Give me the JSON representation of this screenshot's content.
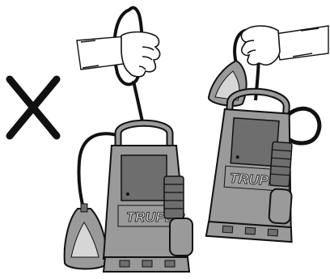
{
  "pumps": [
    {
      "id": "incorrect",
      "brand_label": "TRUPER"
    },
    {
      "id": "correct",
      "brand_label": "TRUPER"
    }
  ],
  "colors": {
    "outline": "#111111",
    "body_gray": "#9a9a9a",
    "dark_gray": "#6e6e6e",
    "light_gray": "#d6d6d6",
    "mark": "#111111"
  }
}
